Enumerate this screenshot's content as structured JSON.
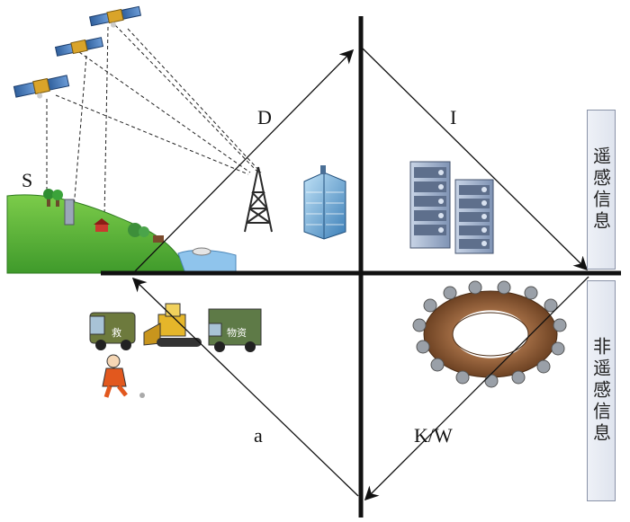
{
  "labels": {
    "S": "S",
    "D": "D",
    "I": "I",
    "a": "a",
    "KW": "K/W",
    "truck_emblem": "物资",
    "tent_emblem": "救"
  },
  "side_boxes": {
    "remote": "遥感信息",
    "nonremote": "非遥感信息"
  },
  "icons": [
    "satellite-icon",
    "terrain-icon",
    "radio-tower-icon",
    "office-building-icon",
    "server-rack-icon",
    "conference-table-icon",
    "rescue-truck-icon",
    "bulldozer-icon",
    "supply-truck-icon",
    "rescuer-icon"
  ]
}
